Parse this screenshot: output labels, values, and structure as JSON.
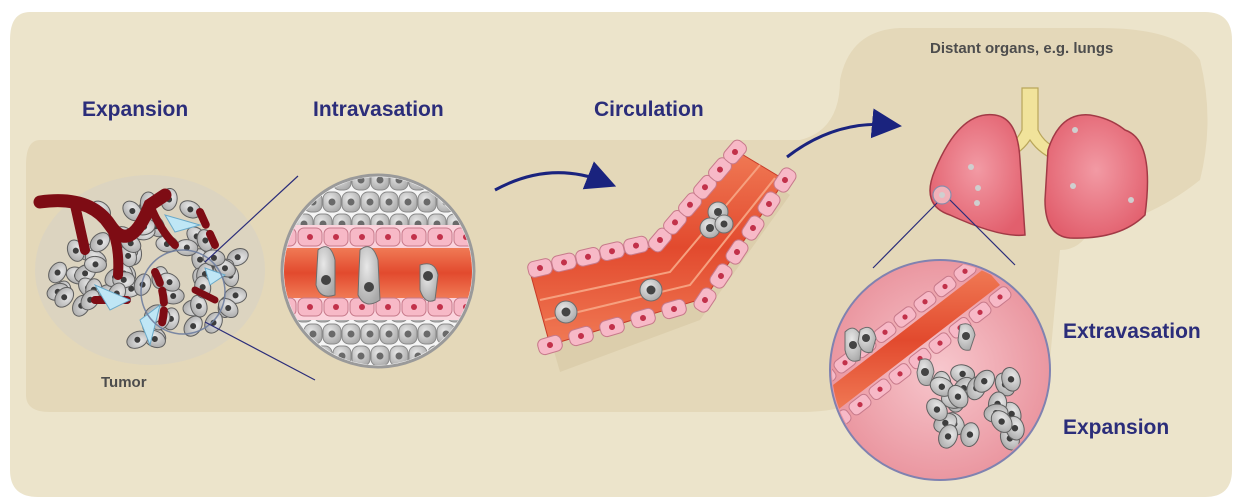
{
  "labels": {
    "expansion": "Expansion",
    "intravasation": "Intravasation",
    "circulation": "Circulation",
    "distant_organs": "Distant organs, e.g. lungs",
    "tumor": "Tumor",
    "extravasation": "Extravasation",
    "expansion_secondary": "Expansion"
  },
  "colors": {
    "background_panel": "#ece4cb",
    "tissue_band": "#e4d8b9",
    "label_text": "#2b2d7a",
    "small_label_text": "#4d4d4d",
    "muscle": "#e8563c",
    "endothelium": "#f5b3c2",
    "tumor_cell": "#b9b9b9",
    "vessel_dark_red": "#7e0c14",
    "lung": "#e9737f",
    "trachea": "#f1e39b",
    "arrow": "#1a237e"
  },
  "icons": [
    "tumor-mass",
    "blood-vessel",
    "lungs",
    "curved-arrow",
    "zoom-circle"
  ]
}
